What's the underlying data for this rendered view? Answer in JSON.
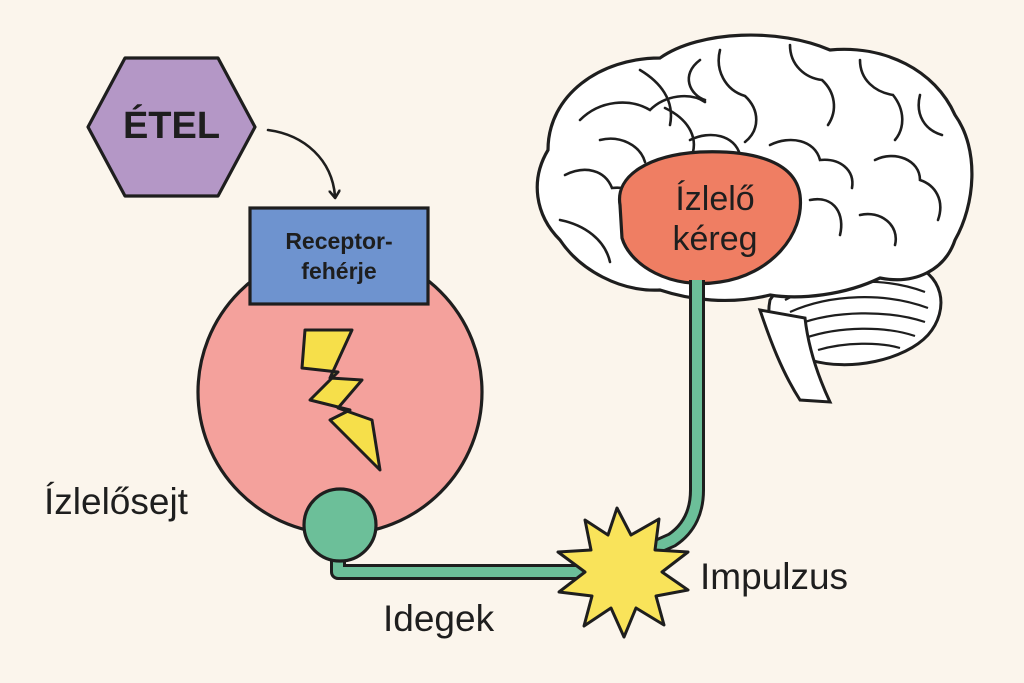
{
  "diagram": {
    "food": {
      "label": "ÉTEL",
      "color": "#b497c6"
    },
    "receptor": {
      "line1": "Receptor-",
      "line2": "fehérje",
      "color": "#6e93cf"
    },
    "taste_cell": {
      "label": "Ízlelősejt",
      "color": "#f4a19c"
    },
    "nucleus_color": "#6cbf99",
    "lightning_color": "#f6df4a",
    "nerves": {
      "label": "Idegek",
      "color": "#6cbf99"
    },
    "impulse": {
      "label": "Impulzus",
      "color": "#f9e35a"
    },
    "cortex": {
      "line1": "Ízlelő",
      "line2": "kéreg",
      "color": "#ef7e63"
    },
    "outline_color": "#1e1e1e",
    "background": "#fbf5ec"
  }
}
